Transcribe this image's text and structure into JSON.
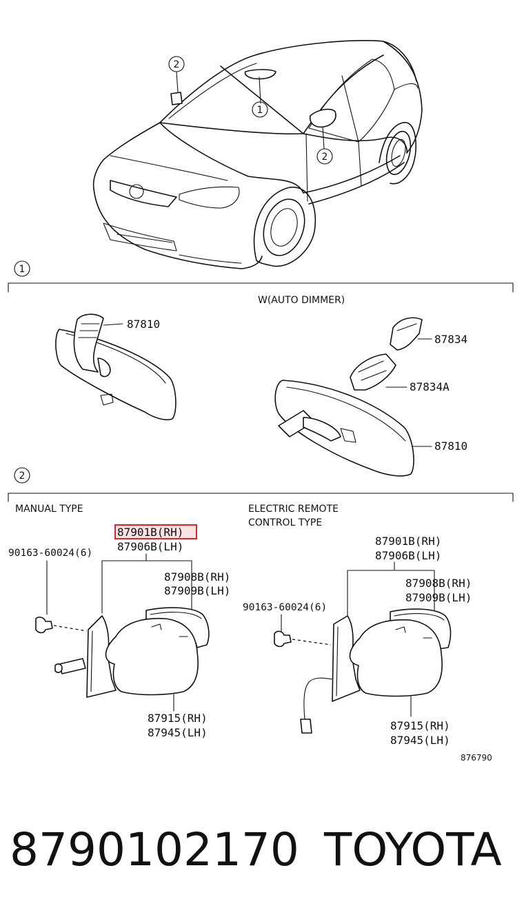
{
  "callouts": {
    "one": "1",
    "two": "2"
  },
  "section1": {
    "title": "W(AUTO DIMMER)",
    "left_mirror": {
      "part": "87810"
    },
    "right_mirror": {
      "part_a": "87834",
      "part_b": "87834A",
      "part_c": "87810"
    }
  },
  "section2": {
    "manual_type": "MANUAL TYPE",
    "electric_type_line1": "ELECTRIC REMOTE",
    "electric_type_line2": "CONTROL TYPE",
    "left": {
      "part_rh": "87901B(RH)",
      "part_lh": "87906B(LH)",
      "screw": "90163-60024(6)",
      "cover_rh": "87908B(RH)",
      "cover_lh": "87909B(LH)",
      "glass_rh": "87915(RH)",
      "glass_lh": "87945(LH)"
    },
    "right": {
      "part_rh": "87901B(RH)",
      "part_lh": "87906B(LH)",
      "screw": "90163-60024(6)",
      "cover_rh": "87908B(RH)",
      "cover_lh": "87909B(LH)",
      "glass_rh": "87915(RH)",
      "glass_lh": "87945(LH)"
    },
    "figure_code": "876790"
  },
  "footer": {
    "part_number": "8790102170",
    "brand": "TOYOTA"
  },
  "colors": {
    "highlight_border": "#d12a2a",
    "highlight_fill": "#fbe1e1",
    "ink": "#111111"
  }
}
